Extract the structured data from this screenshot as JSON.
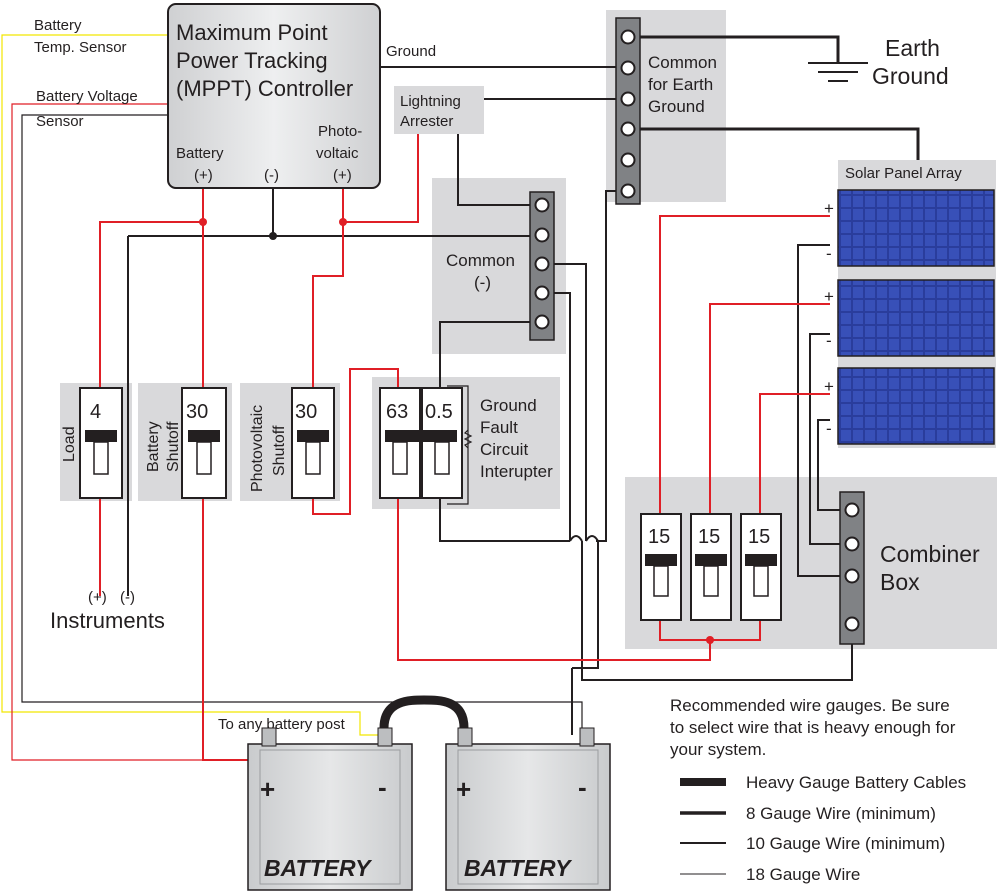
{
  "mppt": {
    "title_lines": [
      "Maximum Point",
      "Power Tracking",
      "(MPPT) Controller"
    ],
    "battery_terminal": "Battery",
    "battery_plus": "(+)",
    "minus": "(-)",
    "pv_lines": [
      "Photo-",
      "voltaic"
    ],
    "pv_plus": "(+)"
  },
  "sensors": {
    "temp_lines": [
      "Battery",
      "Temp. Sensor"
    ],
    "voltage_lines": [
      "Battery Voltage",
      "Sensor"
    ]
  },
  "ground_label": "Ground",
  "lightning_arrester": [
    "Lightning",
    "Arrester"
  ],
  "earth_common": [
    "Common",
    "for Earth",
    "Ground"
  ],
  "earth_ground": [
    "Earth",
    "Ground"
  ],
  "solar_array": "Solar Panel Array",
  "panel_plus": "+",
  "panel_minus": "-",
  "common_neg": [
    "Common",
    "(-)"
  ],
  "breakers": {
    "load": {
      "value": "4",
      "label": "Load"
    },
    "battery_shutoff": {
      "value": "30",
      "label_lines": [
        "Battery",
        "Shutoff"
      ]
    },
    "pv_shutoff": {
      "value": "30",
      "label_lines": [
        "Photovoltaic",
        "Shutoff"
      ]
    },
    "gfci_main": "63",
    "gfci_small": "0.5",
    "gfci_label": [
      "Ground",
      "Fault",
      "Circuit",
      "Interupter"
    ],
    "combiner": [
      "15",
      "15",
      "15"
    ]
  },
  "combiner_box": [
    "Combiner",
    "Box"
  ],
  "instruments": {
    "plus": "(+)",
    "minus": "(-)",
    "label": "Instruments"
  },
  "battery_post_note": "To any battery post",
  "battery": {
    "label": "BATTERY",
    "plus": "+",
    "minus": "-"
  },
  "legend": {
    "note_lines": [
      "Recommended wire gauges. Be sure",
      "to select wire that is heavy enough for",
      "your system."
    ],
    "items": [
      "Heavy Gauge Battery Cables",
      "8 Gauge Wire (minimum)",
      "10 Gauge Wire (minimum)",
      "18 Gauge Wire"
    ]
  },
  "colors": {
    "red": "#e01f26",
    "black": "#231f20",
    "yellow": "#f2e600",
    "gray_box": "#d9d9db",
    "panel_blue": "#2a3d9c"
  }
}
